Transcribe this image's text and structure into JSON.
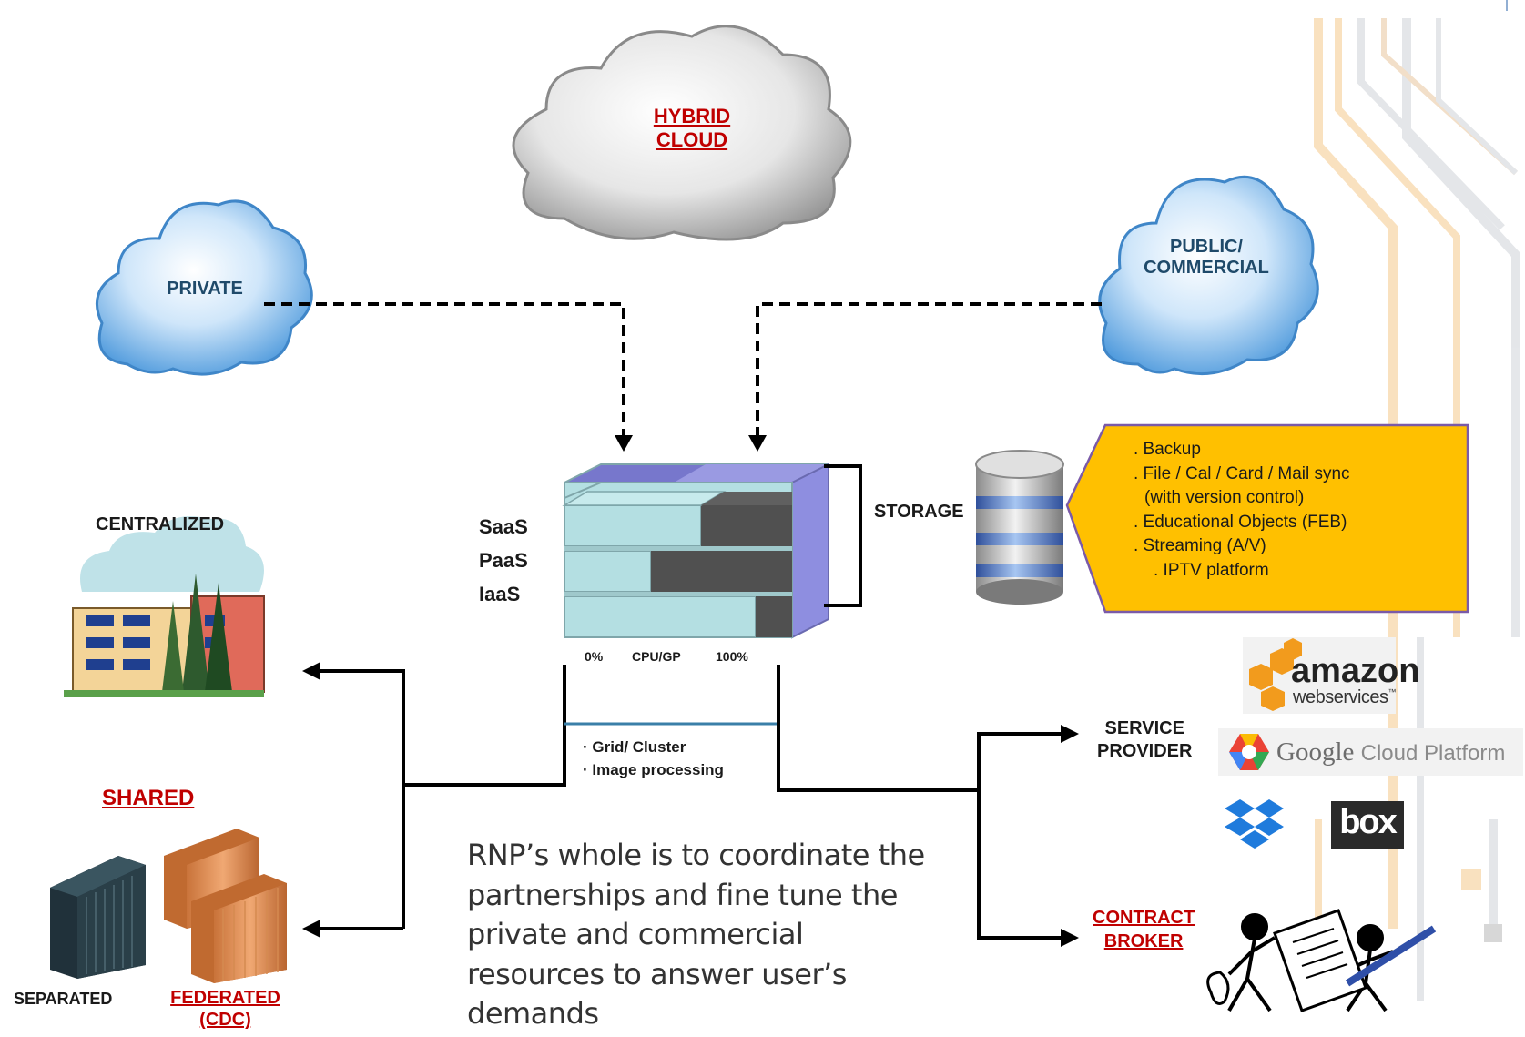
{
  "clouds": {
    "hybrid": {
      "line1": "HYBRID",
      "line2": "CLOUD"
    },
    "private": {
      "label": "PRIVATE"
    },
    "public": {
      "line1": "PUBLIC/",
      "line2": "COMMERCIAL"
    }
  },
  "stack": {
    "layers": [
      "SaaS",
      "PaaS",
      "IaaS"
    ],
    "axis": {
      "left": "0%",
      "middle": "CPU/GP",
      "right": "100%"
    },
    "storage_label": "STORAGE"
  },
  "storage_box": {
    "lines": [
      ". Backup",
      ". File / Cal / Card / Mail sync",
      "(with version control)",
      ". Educational Objects (FEB)",
      ". Streaming (A/V)",
      ". IPTV platform"
    ]
  },
  "grid": {
    "items": [
      "· Grid/ Cluster",
      "· Image processing"
    ]
  },
  "left": {
    "centralized": "CENTRALIZED",
    "shared": "SHARED",
    "separated": "SEPARATED",
    "federated_line1": "FEDERATED",
    "federated_line2": "(CDC)"
  },
  "right": {
    "service_line1": "SERVICE",
    "service_line2": "PROVIDER",
    "contract_line1": "CONTRACT",
    "contract_line2": "BROKER",
    "providers": {
      "amazon_main": "amazon",
      "amazon_sub": "webservices",
      "amazon_tm": "™",
      "google_brand": "Google",
      "google_product": "Cloud Platform",
      "box": "box"
    }
  },
  "statement": {
    "lines": [
      "RNP’s whole is to coordinate the",
      "partnerships and fine tune the",
      "private and commercial",
      "resources to answer user’s",
      "demands"
    ]
  },
  "colors": {
    "accent_red": "#c00000",
    "storage_box_fill": "#ffc000",
    "stack_fill": "#b4dfe2",
    "stack_dark": "#505050",
    "stack_purple": "#8e8ee0",
    "cloud_blue": "#5aa9ea"
  }
}
